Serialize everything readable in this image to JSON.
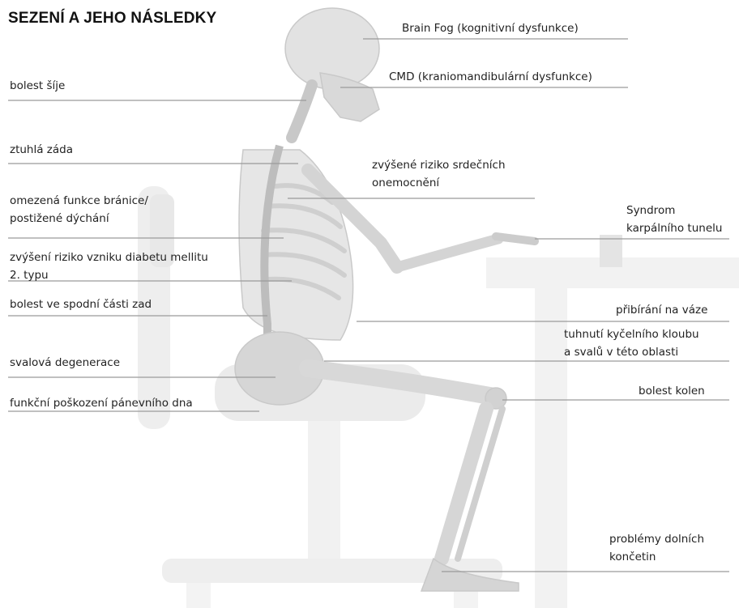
{
  "title": "SEZENÍ A JEHO NÁSLEDKY",
  "labels_left": [
    {
      "id": "neck",
      "text": "bolest šíje"
    },
    {
      "id": "back",
      "text": "ztuhlá záda"
    },
    {
      "id": "diaphragm",
      "lines": [
        "omezená funkce bránice/",
        "postižené dýchání"
      ]
    },
    {
      "id": "diabetes",
      "lines": [
        "zvýšení riziko vzniku diabetu mellitu",
        "2. typu"
      ]
    },
    {
      "id": "lowback",
      "text": "bolest ve spodní části zad"
    },
    {
      "id": "muscle",
      "text": "svalová degenerace"
    },
    {
      "id": "pelvic",
      "text": "funkční poškození pánevního dna"
    }
  ],
  "labels_right": [
    {
      "id": "brainfog",
      "text": "Brain Fog  (kognitivní dysfunkce)"
    },
    {
      "id": "cmd",
      "text": "CMD (kraniomandibulární dysfunkce)"
    },
    {
      "id": "heart",
      "lines": [
        "zvýšené riziko srdečních",
        "onemocnění"
      ]
    },
    {
      "id": "carpal",
      "lines": [
        "Syndrom",
        "karpálního tunelu"
      ]
    },
    {
      "id": "weight",
      "text": "přibírání na váze"
    },
    {
      "id": "hip",
      "lines": [
        "tuhnutí  kyčelního kloubu",
        "a svalů v této oblasti"
      ]
    },
    {
      "id": "knee",
      "text": "bolest kolen"
    },
    {
      "id": "legs",
      "lines": [
        "problémy dolních",
        "končetin"
      ]
    }
  ]
}
